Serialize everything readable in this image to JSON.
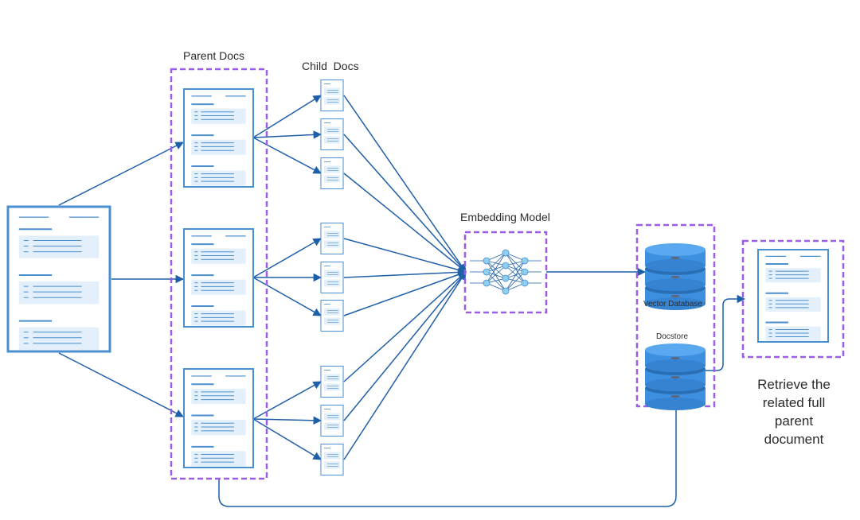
{
  "labels": {
    "parent_docs": "Parent Docs",
    "child_docs": "Child  Docs",
    "embedding_model": "Embedding Model",
    "vector_database": "Vector Database",
    "docstore": "Docstore",
    "retrieve_line1": "Retrieve the",
    "retrieve_line2": "related full",
    "retrieve_line3": "parent",
    "retrieve_line4": "document"
  },
  "colors": {
    "arrow": "#1f5fa8",
    "doc_border": "#4a8fd0",
    "doc_fill": "#ffffff",
    "doc_block": "#e3f0fb",
    "dashed_box": "#9b5de5",
    "db_top": "#5aa8f0",
    "db_body": "#3d8fe0",
    "db_band": "#2a6fb5",
    "neuron": "#8fd0f0"
  },
  "icons": {
    "document": "document-icon",
    "neural_network": "neural-network-icon",
    "database": "database-icon"
  }
}
